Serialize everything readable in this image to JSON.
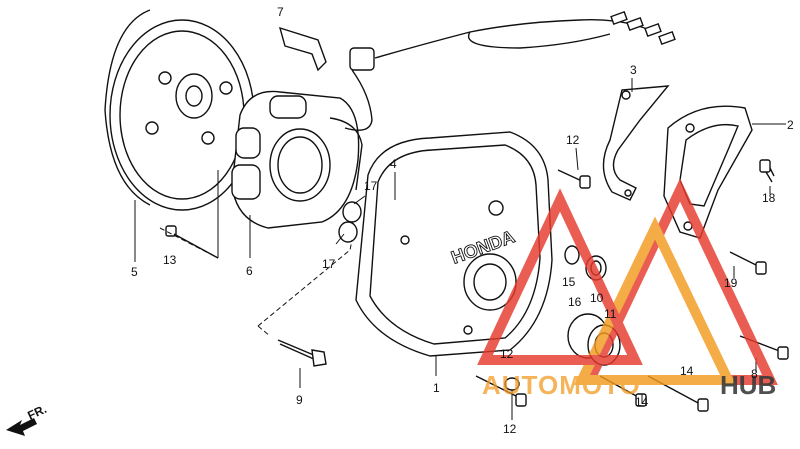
{
  "diagram": {
    "part_numbers": [
      "1",
      "2",
      "3",
      "4",
      "5",
      "6",
      "7",
      "8",
      "9",
      "10",
      "11",
      "12",
      "12",
      "12",
      "13",
      "14",
      "14",
      "15",
      "16",
      "17",
      "17",
      "18",
      "19"
    ],
    "cover_logo": "HONDA",
    "direction_label": "FR.",
    "watermark": {
      "brand_prefix": "AUTOMOTO",
      "brand_suffix": "HUB",
      "colors": {
        "red": "#e63a2e",
        "orange": "#f29a1f",
        "black": "#111111"
      }
    }
  }
}
